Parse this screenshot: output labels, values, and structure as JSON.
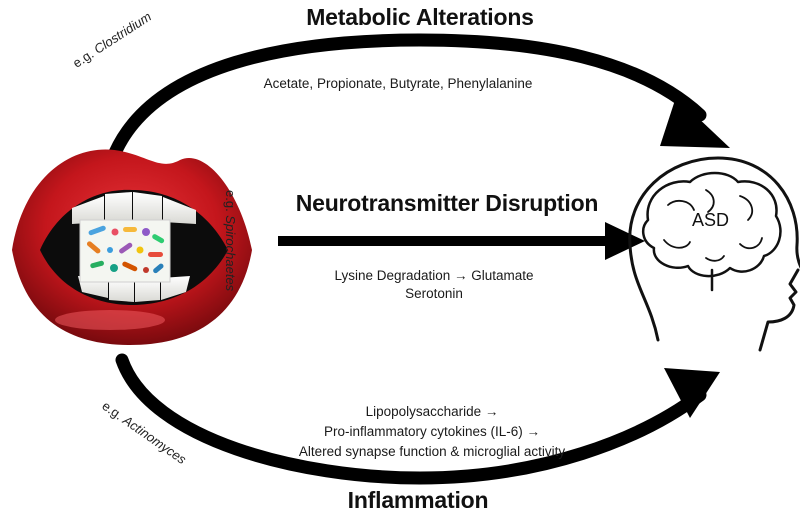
{
  "headings": {
    "metabolic": "Metabolic Alterations",
    "neurotransmitter": "Neurotransmitter Disruption",
    "inflammation": "Inflammation"
  },
  "pathways": {
    "metabolic_text": "Acetate, Propionate, Butyrate, Phenylalanine",
    "neuro_line1": "Lysine Degradation → Glutamate",
    "neuro_line2": "Serotonin",
    "inflam_line1": "Lipopolysaccharide →",
    "inflam_line2": "Pro-inflammatory cytokines (IL-6) →",
    "inflam_line3": "Altered synapse function & microglial activity"
  },
  "examples": {
    "top_prefix": "e.g. ",
    "top_genus": "Clostridium",
    "middle_prefix": "e.g. ",
    "middle_genus": "Spirochaetes",
    "bottom_prefix": "e.g. ",
    "bottom_genus": "Actinomyces"
  },
  "brain_label": "ASD",
  "colors": {
    "arrow": "#000000",
    "lip_red": "#c4161c",
    "lip_dark": "#7a0a0e",
    "teeth": "#f7f7f2",
    "head_outline": "#111111"
  }
}
